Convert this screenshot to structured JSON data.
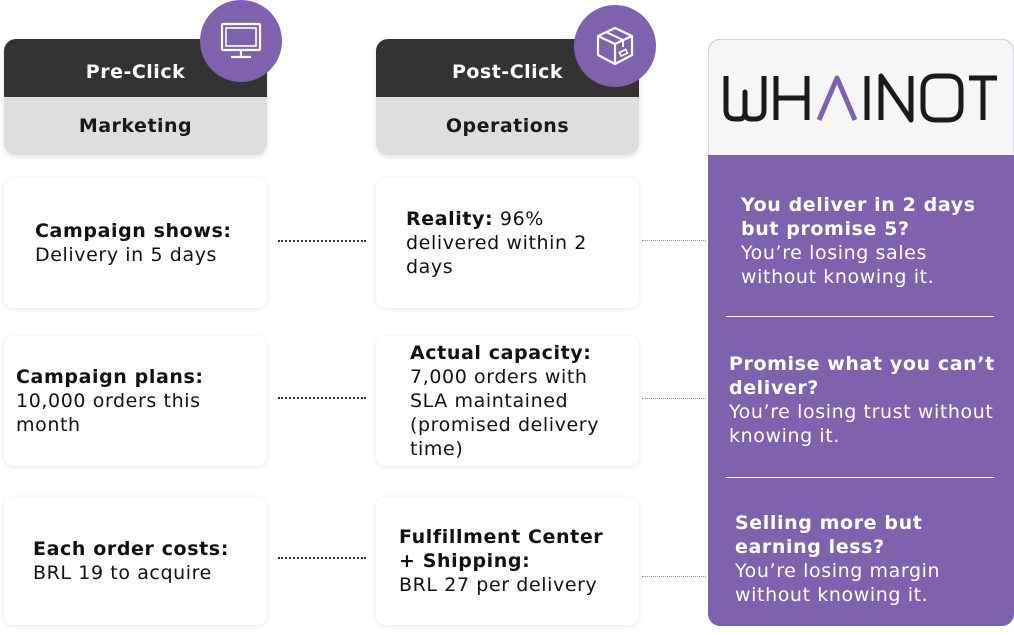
{
  "pre_click": {
    "title": "Pre-Click",
    "subtitle": "Marketing",
    "cards": [
      {
        "label": "Campaign shows:",
        "text": "Delivery in 5 days"
      },
      {
        "label": "Campaign plans:",
        "text": "10,000 orders this month"
      },
      {
        "label": "Each order costs:",
        "text": "BRL 19 to acquire"
      }
    ]
  },
  "post_click": {
    "title": "Post-Click",
    "subtitle": "Operations",
    "cards": [
      {
        "label": "Reality:",
        "text": "96% delivered within 2 days"
      },
      {
        "label": "Actual capacity:",
        "text": "7,000 orders with SLA maintained (promised delivery time)"
      },
      {
        "label": "Fulfillment Center + Shipping:",
        "text": "BRL 27 per delivery"
      }
    ]
  },
  "brand": {
    "logo_text": "WHAINOT",
    "accent": "#7e62ad",
    "dark": "#333333"
  },
  "insights": [
    {
      "heading": "You deliver in 2 days but promise 5?",
      "text": "You’re losing sales without knowing it."
    },
    {
      "heading": "Promise what you can’t deliver?",
      "text": "You’re losing trust without knowing it."
    },
    {
      "heading": "Selling more but earning less?",
      "text": "You’re losing margin without knowing it."
    }
  ],
  "icons": {
    "pre_click": "monitor-icon",
    "post_click": "package-icon"
  }
}
